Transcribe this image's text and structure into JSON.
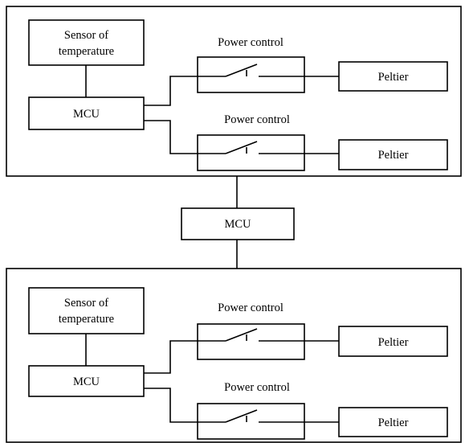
{
  "diagram": {
    "top_module": {
      "sensor_line1": "Sensor of",
      "sensor_line2": "temperature",
      "mcu": "MCU",
      "power_control_1": "Power control",
      "power_control_2": "Power control",
      "peltier_1": "Peltier",
      "peltier_2": "Peltier"
    },
    "central_mcu": "MCU",
    "bottom_module": {
      "sensor_line1": "Sensor of",
      "sensor_line2": "temperature",
      "mcu": "MCU",
      "power_control_1": "Power control",
      "power_control_2": "Power control",
      "peltier_1": "Peltier",
      "peltier_2": "Peltier"
    }
  }
}
